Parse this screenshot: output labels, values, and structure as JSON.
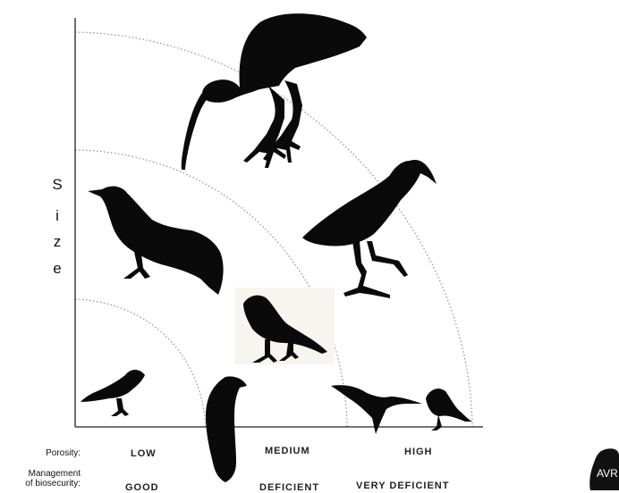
{
  "axis": {
    "y_letters": [
      "S",
      "i",
      "z",
      "e"
    ]
  },
  "rows": {
    "porosity_label": "Porosity:",
    "management_label_line1": "Management",
    "management_label_line2": "of biosecurity:"
  },
  "porosity_levels": [
    "LOW",
    "MEDIUM",
    "HIGH"
  ],
  "biosecurity_levels": [
    "GOOD",
    "DEFICIENT",
    "VERY DEFICIENT"
  ],
  "watermark": {
    "text": "AVR"
  },
  "colors": {
    "silhouette": "#0a0a0a",
    "axis": "#222222",
    "arc": "#888888"
  },
  "birds": [
    "ibis",
    "crow",
    "heron",
    "sparrow",
    "small-finch",
    "parrot",
    "swallow",
    "shrike"
  ]
}
